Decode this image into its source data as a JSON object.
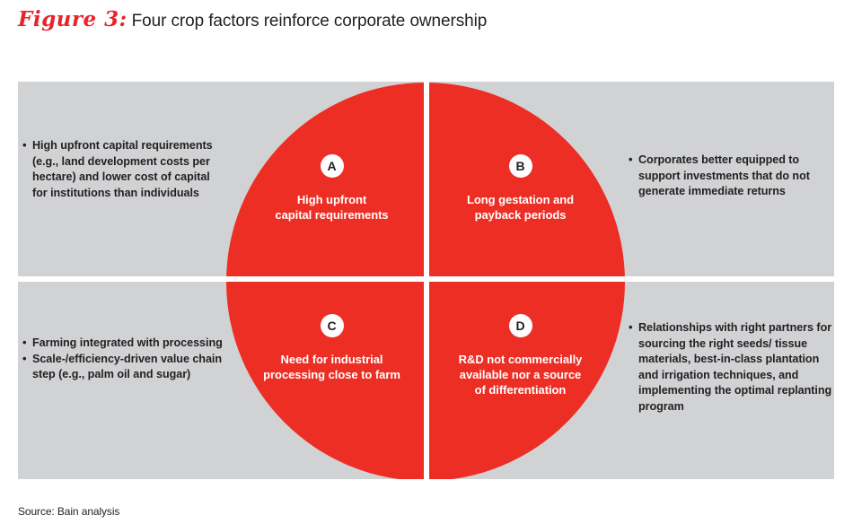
{
  "title": {
    "figure_label": "Figure 3:",
    "headline": "Four crop factors reinforce corporate ownership"
  },
  "colors": {
    "accent_red": "#ED2E24",
    "label_red": "#E8232A",
    "panel_gray": "#d1d2d4",
    "text_dark": "#231f20",
    "divider_white": "#ffffff"
  },
  "diagram": {
    "type": "quadrant-circle",
    "quadrants": [
      {
        "badge": "A",
        "label_line1": "High upfront",
        "label_line2": "capital requirements",
        "position": "top-left"
      },
      {
        "badge": "B",
        "label_line1": "Long gestation and",
        "label_line2": "payback periods",
        "position": "top-right"
      },
      {
        "badge": "C",
        "label_line1": "Need for industrial",
        "label_line2": "processing close to farm",
        "position": "bottom-left"
      },
      {
        "badge": "D",
        "label_line1": "R&D not commercially",
        "label_line2": "available nor a source",
        "label_line3": "of differentiation",
        "position": "bottom-right"
      }
    ]
  },
  "annotations": {
    "top_left": {
      "bullets": [
        "High upfront capital requirements (e.g., land development costs per hectare) and lower cost of capital for institutions than individuals"
      ]
    },
    "top_right": {
      "bullets": [
        "Corporates better equipped to support investments that do not generate immediate returns"
      ]
    },
    "bottom_left": {
      "bullets": [
        "Farming integrated with processing",
        "Scale-/efficiency-driven value chain step (e.g., palm oil and sugar)"
      ]
    },
    "bottom_right": {
      "bullets": [
        "Relationships with right partners for sourcing the right seeds/ tissue materials, best-in-class plantation and irrigation techniques, and implementing the optimal replanting program"
      ]
    }
  },
  "source": "Source: Bain analysis"
}
